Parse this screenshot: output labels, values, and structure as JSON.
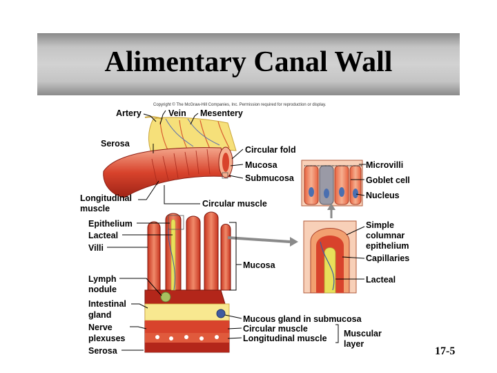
{
  "slide": {
    "title": "Alimentary Canal Wall",
    "copyright": "Copyright © The McGraw-Hill Companies, Inc. Permission required for reproduction or display.",
    "page_number": "17-5"
  },
  "labels": {
    "artery": "Artery",
    "vein": "Vein",
    "mesentery": "Mesentery",
    "serosa_top": "Serosa",
    "circular_fold": "Circular fold",
    "mucosa_top": "Mucosa",
    "submucosa": "Submucosa",
    "longitudinal_muscle_1": "Longitudinal",
    "longitudinal_muscle_2": "muscle",
    "circular_muscle": "Circular muscle",
    "microvilli": "Microvilli",
    "goblet_cell": "Goblet cell",
    "nucleus": "Nucleus",
    "epithelium": "Epithelium",
    "lacteal_left": "Lacteal",
    "villi": "Villi",
    "mucosa_bracket": "Mucosa",
    "lymph_nodule_1": "Lymph",
    "lymph_nodule_2": "nodule",
    "intestinal_gland_1": "Intestinal",
    "intestinal_gland_2": "gland",
    "nerve_plexuses_1": "Nerve",
    "nerve_plexuses_2": "plexuses",
    "serosa_bottom": "Serosa",
    "simple_columnar_1": "Simple",
    "simple_columnar_2": "columnar",
    "simple_columnar_3": "epithelium",
    "capillaries": "Capillaries",
    "lacteal_right": "Lacteal",
    "mucous_gland": "Mucous gland in submucosa",
    "circular_muscle_layer": "Circular muscle",
    "longitudinal_muscle_layer": "Longitudinal muscle",
    "muscular_layer_1": "Muscular",
    "muscular_layer_2": "layer"
  },
  "colors": {
    "tissue_red": "#d8432c",
    "tissue_pink": "#f0a083",
    "mesentery_yellow": "#f6e07a",
    "fat_yellow": "#f8e890",
    "muscle_dark": "#b3261a",
    "lacteal_yellow": "#e8e05a",
    "nucleus_blue": "#4a6fb0",
    "epithelium_orange": "#f2a070"
  }
}
